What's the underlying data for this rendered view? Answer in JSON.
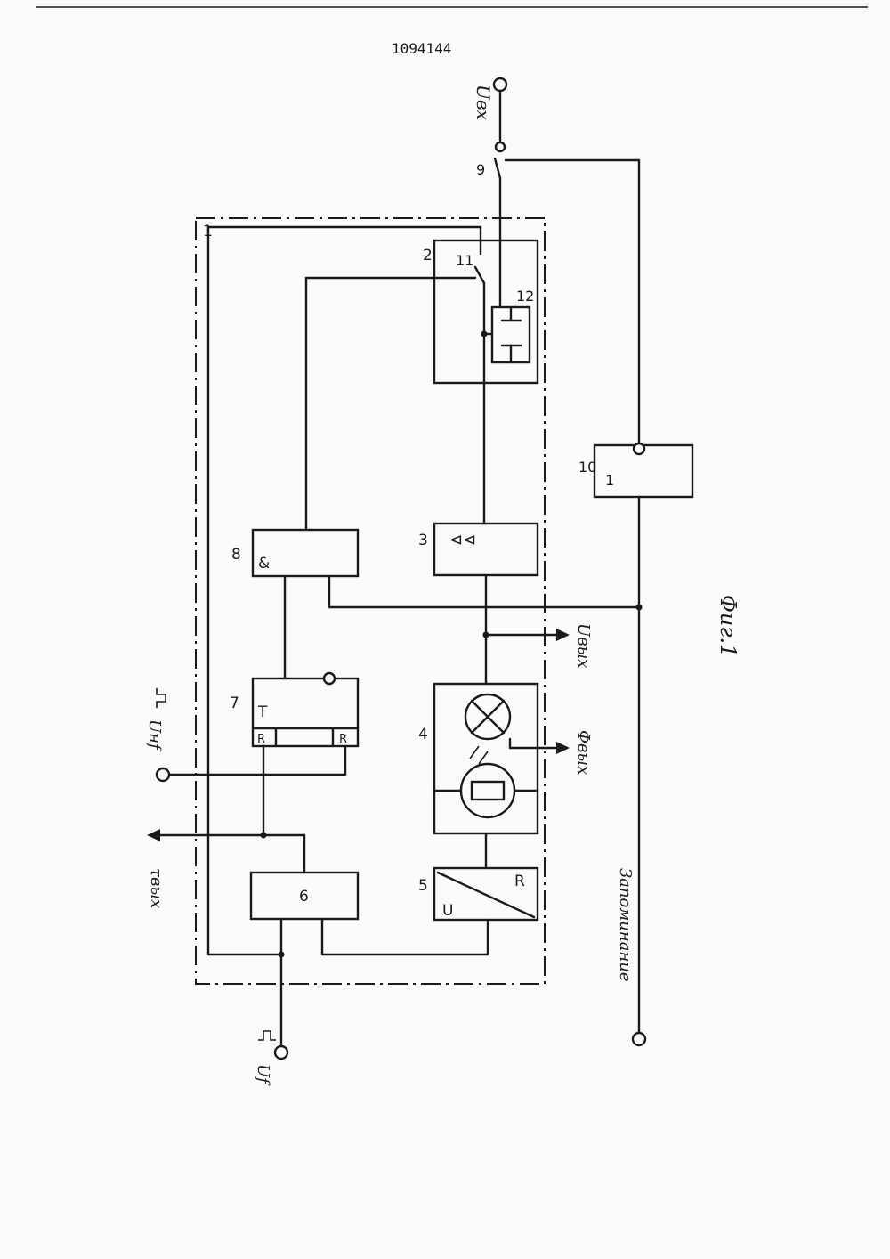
{
  "document": {
    "patent_number": "1094144",
    "figure_caption": "Фиг.1"
  },
  "diagram": {
    "unit_labels": {
      "u1": "1",
      "u2": "2",
      "u3": "3",
      "u4": "4",
      "u5": "5",
      "u6": "6",
      "u7": "7",
      "u8": "8",
      "u9": "9",
      "u10": "10",
      "u11": "11",
      "u12": "12"
    },
    "block_symbols": {
      "block3": "⊲⊲",
      "block5_u": "U",
      "block5_r": "R",
      "block6": "6",
      "block7_t": "T",
      "block7_r1": "R",
      "block7_r2": "R",
      "block8": "&",
      "block10": "1"
    },
    "signals": {
      "u_in": "Uвх",
      "u_out": "Uвых",
      "phi_out": "Фвых",
      "tau_out": "τвых",
      "uf_in": "Uf",
      "unf_in": "Uнf",
      "memorize": "Запоминание"
    }
  }
}
